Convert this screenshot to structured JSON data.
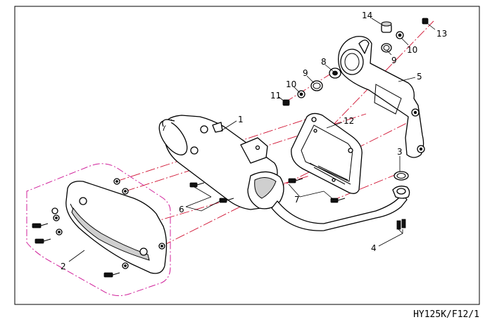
{
  "drawing_code": "HY125K/F12/1",
  "callouts": {
    "c1": "1",
    "c2": "2",
    "c3": "3",
    "c4": "4",
    "c5": "5",
    "c6": "6",
    "c7": "7",
    "c8": "8",
    "c9a": "9",
    "c9b": "9",
    "c10a": "10",
    "c10b": "10",
    "c11": "11",
    "c12": "12",
    "c13": "13",
    "c14": "14"
  }
}
